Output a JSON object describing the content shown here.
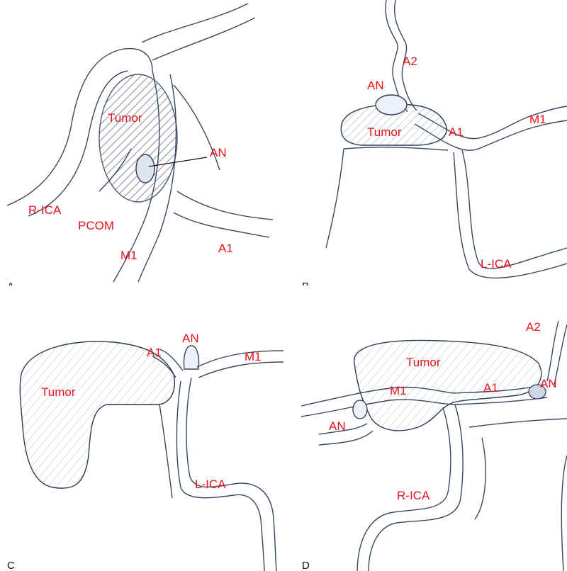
{
  "colors": {
    "label": "#e8141c",
    "panel_letter": "#111111",
    "outline": "#3a4560",
    "hatch": "#7d8fb0"
  },
  "panels": {
    "a": {
      "letter": "A",
      "labels": {
        "tumor": "Tumor",
        "an": "AN",
        "r_ica": "R-ICA",
        "pcom": "PCOM",
        "m1": "M1",
        "a1": "A1"
      }
    },
    "b": {
      "letter": "B",
      "labels": {
        "a2": "A2",
        "an": "AN",
        "tumor": "Tumor",
        "a1": "A1",
        "m1": "M1",
        "l_ica": "L-ICA"
      }
    },
    "c": {
      "letter": "C",
      "labels": {
        "tumor": "Tumor",
        "a1": "A1",
        "an": "AN",
        "m1": "M1",
        "l_ica": "L-ICA"
      }
    },
    "d": {
      "letter": "D",
      "labels": {
        "a2": "A2",
        "tumor": "Tumor",
        "an_right": "AN",
        "a1": "A1",
        "m1": "M1",
        "an_left": "AN",
        "r_ica": "R-ICA"
      }
    }
  }
}
